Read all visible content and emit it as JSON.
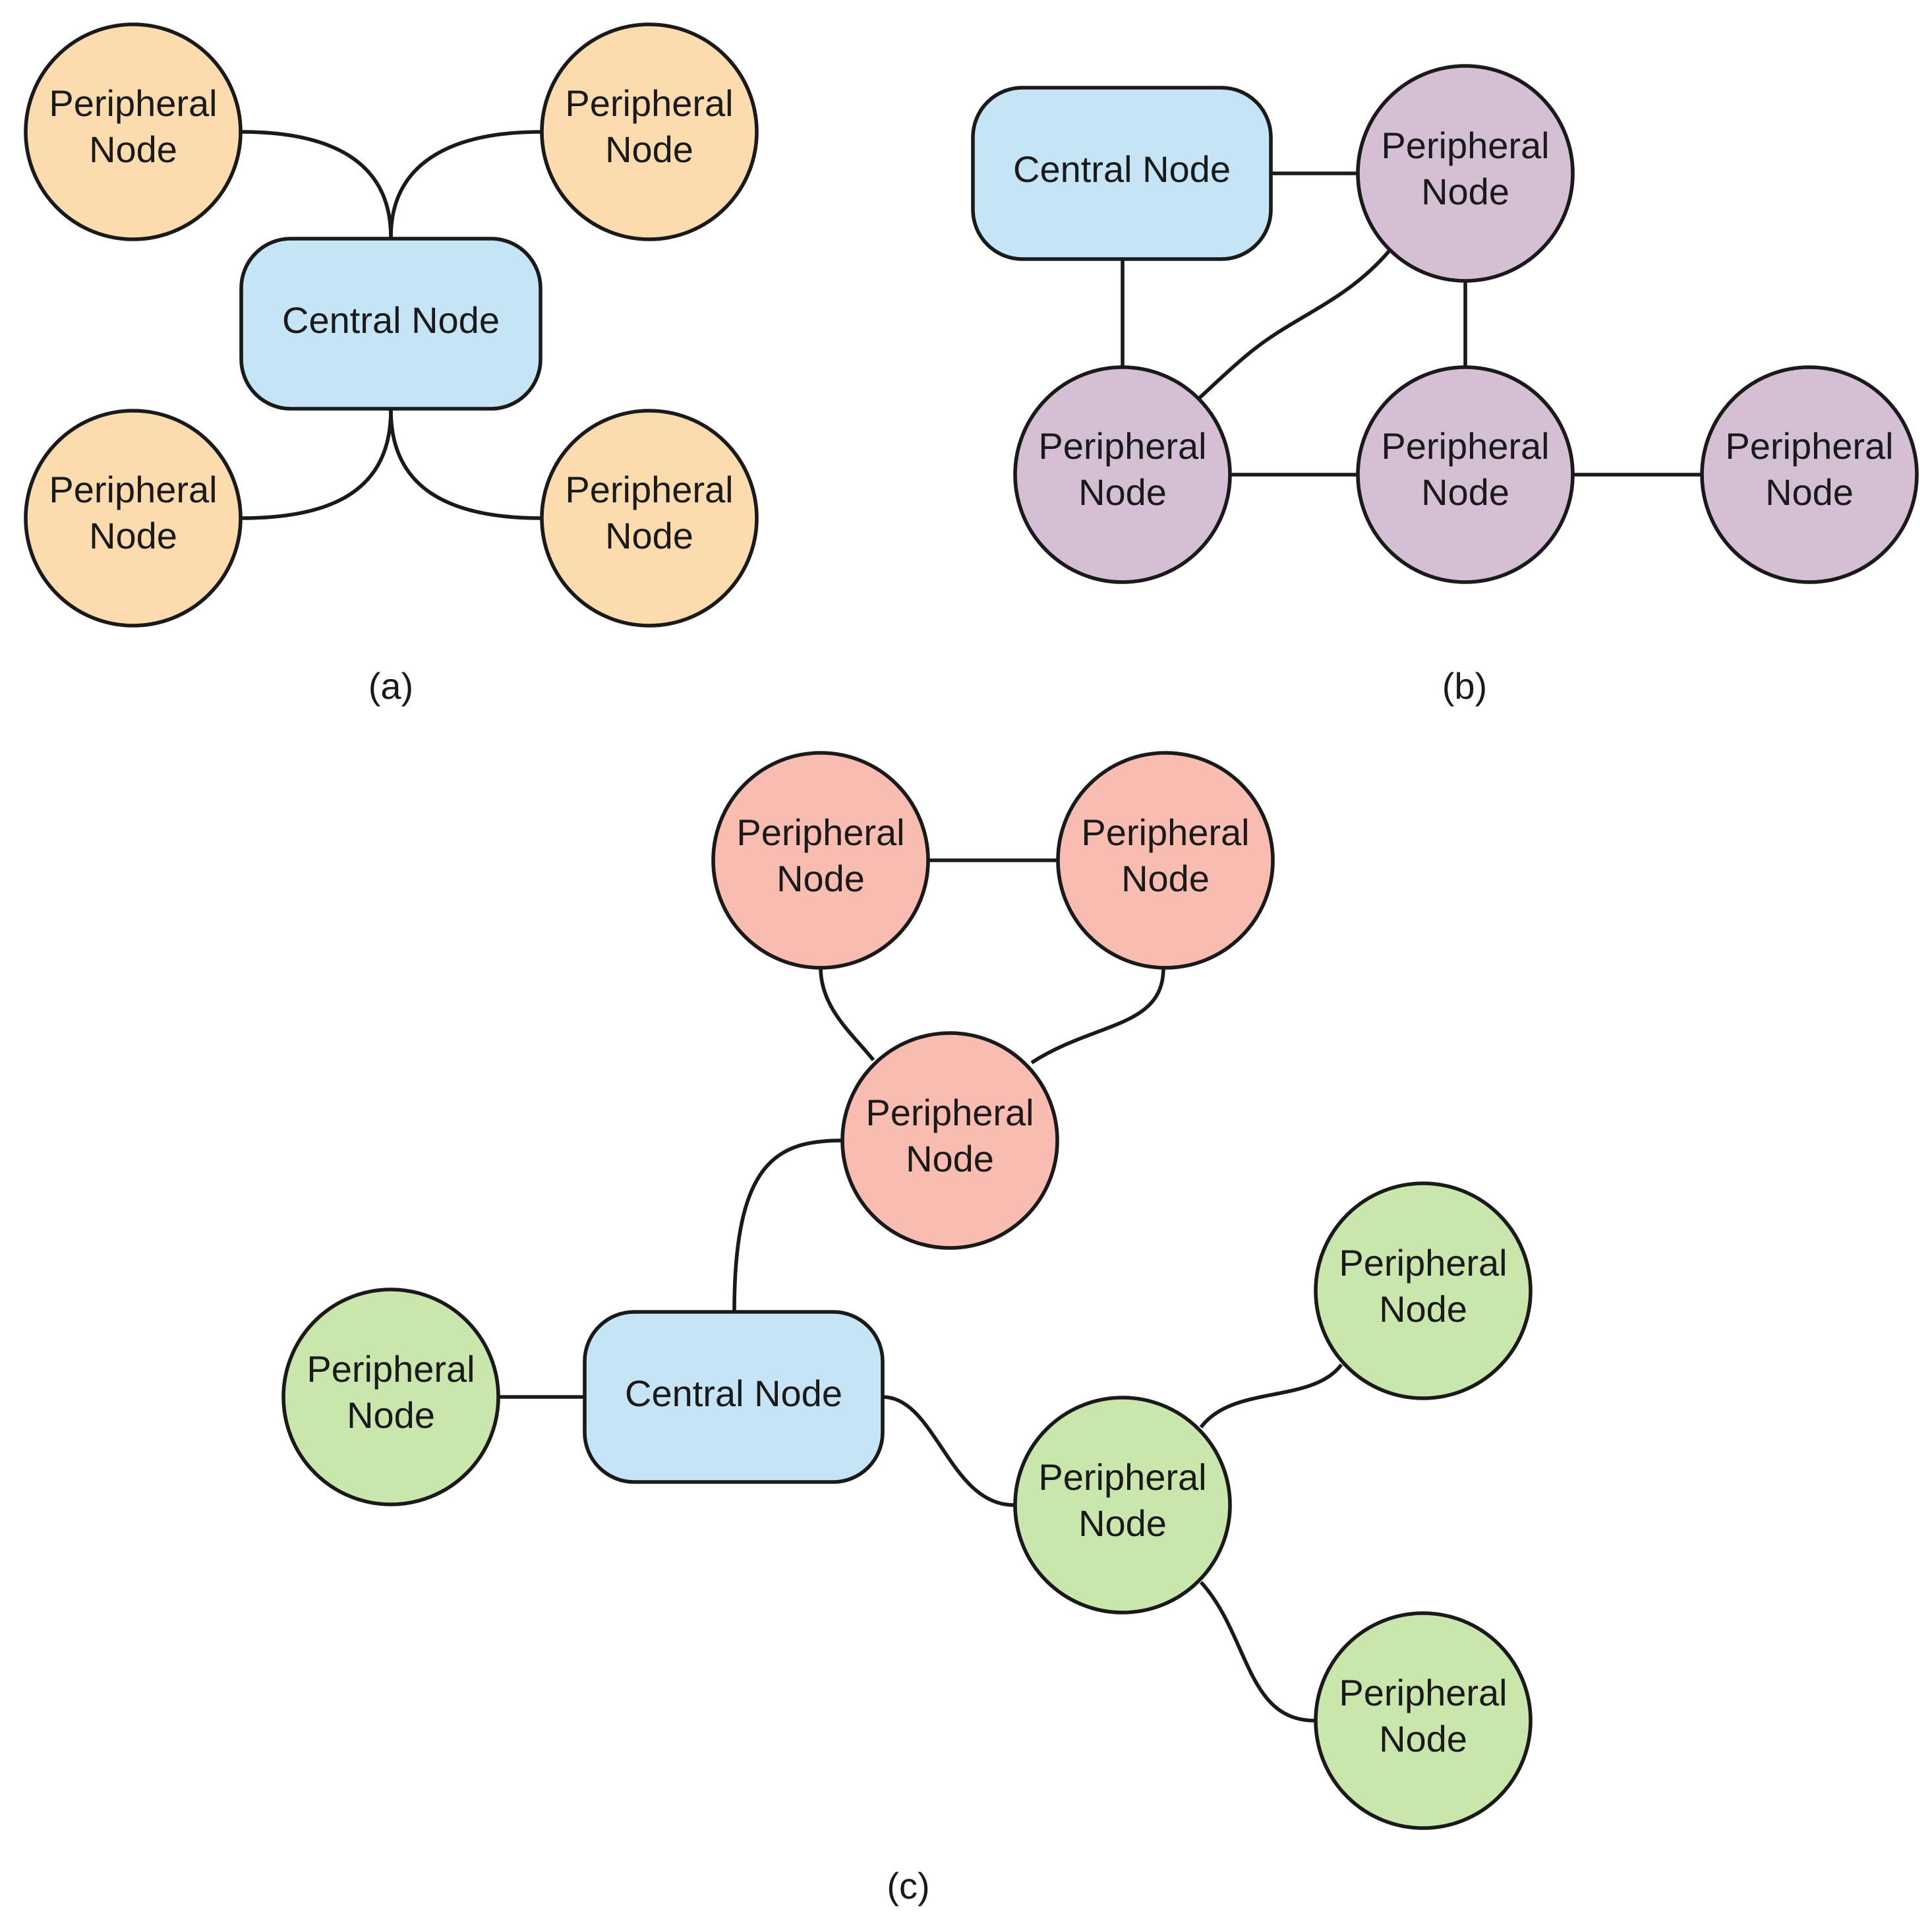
{
  "colors": {
    "central": "#c5e4f5",
    "panel_a_peripheral": "#fcdcae",
    "panel_b_peripheral": "#d5bfd5",
    "panel_c_red": "#f9bcb1",
    "panel_c_green": "#c9e6ad",
    "stroke": "#1a1a1a"
  },
  "labels": {
    "central": "Central Node",
    "peripheral_line1": "Peripheral",
    "peripheral_line2": "Node"
  },
  "panels": [
    {
      "id": "a",
      "caption": "(a)"
    },
    {
      "id": "b",
      "caption": "(b)"
    },
    {
      "id": "c",
      "caption": "(c)"
    }
  ]
}
